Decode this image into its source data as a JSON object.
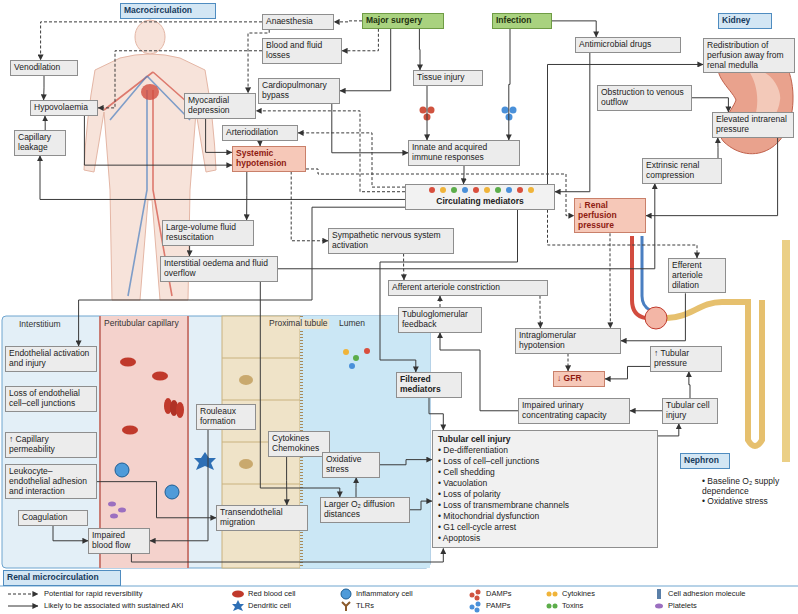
{
  "diagram": {
    "nodes": [
      {
        "text": [
          "Macrocirculation"
        ]
      },
      {
        "text": [
          "Anaesthesia"
        ]
      },
      {
        "text": [
          "Major surgery"
        ]
      },
      {
        "text": [
          "Infection"
        ]
      },
      {
        "text": [
          "Kidney"
        ]
      },
      {
        "text": [
          "Blood and fluid losses"
        ]
      },
      {
        "text": [
          "Antimicrobial drugs"
        ]
      },
      {
        "text": [
          "Redistribution of perfusion away from renal medulla"
        ]
      },
      {
        "text": [
          "Venodilation"
        ]
      },
      {
        "text": [
          "Cardiopulmonary bypass"
        ]
      },
      {
        "text": [
          "Tissue injury"
        ]
      },
      {
        "text": [
          "Hypovolaemia"
        ]
      },
      {
        "text": [
          "Myocardial depression"
        ]
      },
      {
        "text": [
          "Obstruction to venous outflow"
        ]
      },
      {
        "text": [
          "Elevated intrarenal pressure"
        ]
      },
      {
        "text": [
          "Arteriodilation"
        ]
      },
      {
        "text": [
          "Capillary leakage"
        ]
      },
      {
        "text": [
          "Systemic hypotension"
        ]
      },
      {
        "text": [
          "Innate and acquired immune responses"
        ]
      },
      {
        "text": [
          "Extrinsic renal compression"
        ]
      },
      {
        "text": [
          "Circulating mediators"
        ]
      },
      {
        "text": [
          "↓ Renal perfusion pressure"
        ]
      },
      {
        "text": [
          "Large-volume fluid resuscitation"
        ]
      },
      {
        "text": [
          "Sympathetic nervous system activation"
        ]
      },
      {
        "text": [
          "Interstitial oedema and fluid overflow"
        ]
      },
      {
        "text": [
          "Efferent arteriole dilation"
        ]
      },
      {
        "text": [
          "Afferent arteriole constriction"
        ]
      },
      {
        "text": [
          "Tubuloglomerular feedback"
        ]
      },
      {
        "text": [
          "Intraglomerular hypotension"
        ]
      },
      {
        "text": [
          "↑ Tubular pressure"
        ]
      },
      {
        "text": [
          "↓ GFR"
        ]
      },
      {
        "text": [
          "Impaired urinary concentrating capacity"
        ]
      },
      {
        "text": [
          "Tubular cell injury"
        ]
      },
      {
        "text": [
          "Endothelial activation and injury"
        ]
      },
      {
        "text": [
          "Filtered mediators"
        ]
      },
      {
        "text": [
          "Loss of endothelial cell–cell junctions"
        ]
      },
      {
        "text": [
          "Rouleaux formation"
        ]
      },
      {
        "text": [
          "↑ Capillary permeability"
        ]
      },
      {
        "text": [
          "Cytokines Chemokines"
        ]
      },
      {
        "text": [
          "Tubular cell injury",
          "• De-differentiation",
          "• Loss of cell–cell junctions",
          "• Cell shedding",
          "• Vacuolation",
          "• Loss of polarity",
          "• Loss of transmembrane channels",
          "• Mitochondrial dysfunction",
          "• G1 cell-cycle arrest",
          "• Apoptosis"
        ]
      },
      {
        "text": [
          "Oxidative stress"
        ]
      },
      {
        "text": [
          "Nephron"
        ]
      },
      {
        "text": [
          "Leukocyte–endothelial adhesion and interaction"
        ]
      },
      {
        "text": [
          "• Baseline O₂ supply dependence",
          "• Oxidative stress"
        ]
      },
      {
        "text": [
          "Coagulation"
        ]
      },
      {
        "text": [
          "Transendothelial migration"
        ]
      },
      {
        "text": [
          "Larger O₂ diffusion distances"
        ]
      },
      {
        "text": [
          "Impaired blood flow"
        ]
      },
      {
        "text": [
          "Renal microcirculation"
        ]
      }
    ],
    "edges": [
      {
        "from": 2,
        "to": 1,
        "arrow": "to"
      },
      {
        "from": 1,
        "to": 8,
        "arrow": "to"
      },
      {
        "from": 1,
        "to": 12,
        "arrow": "to"
      },
      {
        "from": 2,
        "to": 5,
        "arrow": "to"
      },
      {
        "from": 5,
        "to": 11,
        "arrow": "to"
      },
      {
        "from": 2,
        "to": 9,
        "arrow": "to"
      },
      {
        "from": 2,
        "to": 10,
        "arrow": "to"
      },
      {
        "from": 3,
        "to": 6,
        "arrow": "to"
      },
      {
        "from": 3,
        "to": 18,
        "arrow": "to"
      },
      {
        "from": 10,
        "to": 18,
        "arrow": "to"
      },
      {
        "from": 9,
        "to": 18,
        "arrow": "to"
      },
      {
        "from": 18,
        "to": 20,
        "arrow": "to"
      },
      {
        "from": 6,
        "to": 20,
        "arrow": "to"
      },
      {
        "from": 8,
        "to": 11,
        "arrow": "to"
      },
      {
        "from": 11,
        "to": 17,
        "arrow": "to"
      },
      {
        "from": 12,
        "to": 17,
        "arrow": "to"
      },
      {
        "from": 15,
        "to": 17,
        "arrow": "to"
      },
      {
        "from": 16,
        "to": 11,
        "arrow": "to"
      },
      {
        "from": 20,
        "to": 16,
        "arrow": "to"
      },
      {
        "from": 20,
        "to": 12,
        "arrow": "to"
      },
      {
        "from": 20,
        "to": 15,
        "arrow": "to"
      },
      {
        "from": 17,
        "to": 22,
        "arrow": "to"
      },
      {
        "from": 17,
        "to": 21,
        "arrow": "to"
      },
      {
        "from": 17,
        "to": 23,
        "arrow": "to"
      },
      {
        "from": 22,
        "to": 24,
        "arrow": "to"
      },
      {
        "from": 24,
        "to": 19,
        "arrow": "to"
      },
      {
        "from": 20,
        "to": 7,
        "arrow": "to"
      },
      {
        "from": 20,
        "to": 25,
        "arrow": "to"
      },
      {
        "from": 20,
        "to": 33,
        "arrow": "to"
      },
      {
        "from": 20,
        "to": 34,
        "arrow": "to"
      },
      {
        "from": 13,
        "to": 14,
        "arrow": "to"
      },
      {
        "from": 19,
        "to": 14,
        "arrow": "to"
      },
      {
        "from": 14,
        "to": 21,
        "arrow": "to"
      },
      {
        "from": 23,
        "to": 26,
        "arrow": "to"
      },
      {
        "from": 21,
        "to": 28,
        "arrow": "to"
      },
      {
        "from": 26,
        "to": 28,
        "arrow": "to"
      },
      {
        "from": 25,
        "to": 28,
        "arrow": "to"
      },
      {
        "from": 27,
        "to": 26,
        "arrow": "to"
      },
      {
        "from": 28,
        "to": 30,
        "arrow": "to"
      },
      {
        "from": 29,
        "to": 30,
        "arrow": "to"
      },
      {
        "from": 32,
        "to": 29,
        "arrow": "to"
      },
      {
        "from": 32,
        "to": 31,
        "arrow": "to"
      },
      {
        "from": 31,
        "to": 27,
        "arrow": "to"
      },
      {
        "from": 39,
        "to": 32,
        "arrow": "to"
      },
      {
        "from": 34,
        "to": 39,
        "arrow": "to"
      },
      {
        "from": 40,
        "to": 39,
        "arrow": "to"
      },
      {
        "from": 46,
        "to": 40,
        "arrow": "to"
      },
      {
        "from": 46,
        "to": 39,
        "arrow": "to"
      },
      {
        "from": 47,
        "to": 39,
        "arrow": "to"
      },
      {
        "from": 38,
        "to": 45,
        "arrow": "to"
      },
      {
        "from": 24,
        "to": 46,
        "arrow": "to"
      },
      {
        "from": 44,
        "to": 47,
        "arrow": "to"
      },
      {
        "from": 36,
        "to": 47,
        "arrow": "to"
      },
      {
        "from": 42,
        "to": 45,
        "arrow": "to"
      }
    ],
    "labels": [
      "Interstitium",
      "Peritubular capillary",
      "Proximal tubule",
      "Lumen"
    ],
    "legend": [
      {
        "text": "Potential for rapid reversibility"
      },
      {
        "text": "Likely to be associated with sustained AKI"
      },
      {
        "text": "Red blood cell"
      },
      {
        "text": "Dendritic cell"
      },
      {
        "text": "Inflammatory cell"
      },
      {
        "text": "TLRs"
      },
      {
        "text": "DAMPs"
      },
      {
        "text": "PAMPs"
      },
      {
        "text": "Cytokines"
      },
      {
        "text": "Toxins"
      },
      {
        "text": "Cell adhesion molecule"
      },
      {
        "text": "Platelets"
      }
    ]
  }
}
